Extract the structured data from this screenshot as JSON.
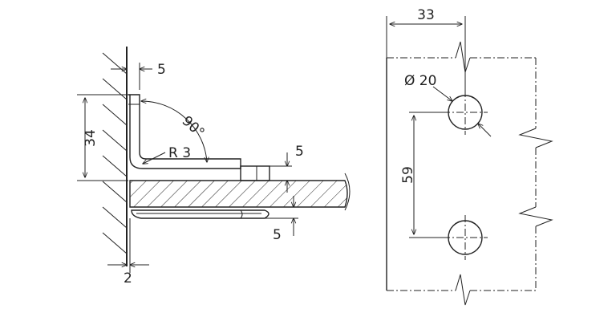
{
  "drawing": {
    "side_view": {
      "dim_top_gap": "5",
      "dim_height": "34",
      "angle_label": "90°",
      "radius_label": "R 3",
      "dim_nut": "5",
      "dim_underside": "5",
      "dim_wall": "2"
    },
    "front_view": {
      "dim_width": "33",
      "hole_diameter": "Ø 20",
      "hole_spacing": "59"
    }
  },
  "colors": {
    "ink": "#222222",
    "background": "#ffffff"
  }
}
